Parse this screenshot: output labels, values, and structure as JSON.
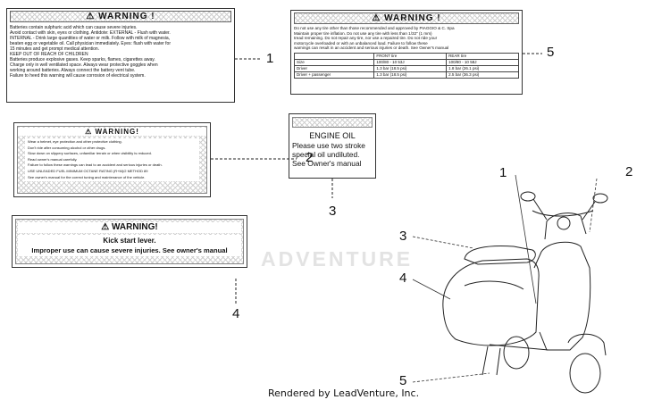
{
  "label1": {
    "title": "WARNING !",
    "lines": [
      "Batteries contain sulphuric acid which can cause severe injuries.",
      "Avoid contact with skin, eyes or clothing. Antidote: EXTERNAL - Flush with water.",
      "INTERNAL - Drink large quantities of water or milk. Follow with milk of magnesia,",
      "beaten egg or vegetable oil. Call physician immediately. Eyes: flush with water for",
      "15 minutes and get prompt medical attention.",
      "KEEP OUT OF REACH OF CHILDREN",
      "Batteries produce explosive gases. Keep sparks, flames, cigarettes away.",
      "Charge only in well ventilated space. Always wear protective goggles when",
      "working around batteries. Always connect the battery vent tube.",
      "Failure to heed this warning will cause corrosion of electrical system."
    ]
  },
  "label2": {
    "title": "WARNING!",
    "lines": [
      "Wear a helmet, eye protection and other protective clothing.",
      "Don't ride after consuming alcohol or other drugs.",
      "Slow down on slippery surfaces, unfamiliar terrain or when visibility is reduced.",
      "Read owner's manual carefully.",
      "Failure to follow these warnings can lead to an accident and serious injuries or death.",
      "USE UNLEADED FUEL MINIMUM OCTANE RATING (R+M)/2 METHOD 89",
      "See owner's manual for the correct tuning and maintenance of the vehicle."
    ]
  },
  "label3": {
    "title": "ENGINE OIL",
    "lines": [
      "Please use two stroke",
      "special oil undiluted.",
      "See Owner's manual"
    ]
  },
  "label4": {
    "title": "WARNING!",
    "line1": "Kick start lever.",
    "line2": "Improper use can cause severe injuries. See owner's manual"
  },
  "label5": {
    "title": "WARNING !",
    "lines": [
      "Do not use any tire other than those recommended and approved by PIAGGIO & C. Spa",
      "Maintain proper tire inflation. Do not use any tire with less than 1/32\" (1 mm)",
      "tread remaining. Do not repair any tire, nor use a repaired tire. Do not ride your",
      "motorcycle overloaded or with an unbalanced load. Failure to follow these",
      "warnings can result in an accident and serious injuries or death. See Owner's manual"
    ],
    "table_header": [
      "",
      "FRONT tire",
      "REAR tire"
    ],
    "table_rows": [
      [
        "Size",
        "100/80 - 10 53J",
        "100/80 - 10 58J"
      ],
      [
        "Driver",
        "1.3 bar (18.5 psi)",
        "1.8 bar (26.1 psi)"
      ],
      [
        "Driver + passenger",
        "1.3 bar (18.5 psi)",
        "2.5 bar (36.3 psi)"
      ]
    ]
  },
  "callouts": {
    "c1": "1",
    "c2": "2",
    "c3": "3",
    "c4": "4",
    "c5": "5",
    "s1": "1",
    "s2": "2",
    "s3": "3",
    "s4": "4",
    "s5": "5"
  },
  "watermark": "ADVENTURE",
  "footer": "Rendered by LeadVenture, Inc."
}
